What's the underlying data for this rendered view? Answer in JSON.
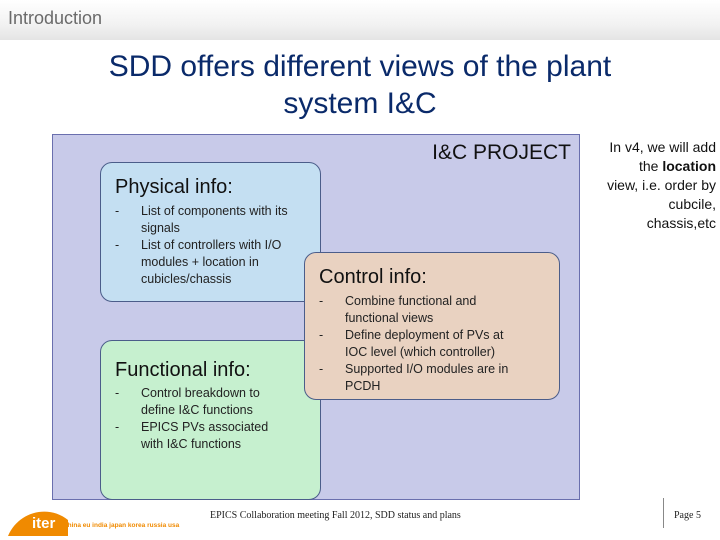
{
  "header": {
    "section": "Introduction"
  },
  "slide": {
    "title_line1": "SDD offers different views of the plant",
    "title_line2": "system I&C",
    "project_label": "I&C PROJECT",
    "side_note": {
      "line1": "In v4, we will add",
      "line2_pre": "the ",
      "line2_bold": "location",
      "line3": "view, i.e. order by",
      "line4": "cubcile,",
      "line5": "chassis,etc"
    },
    "physical": {
      "title": "Physical info:",
      "items": [
        {
          "l1": "List of components with its",
          "l2": "signals"
        },
        {
          "l1": "List of controllers with I/O",
          "l2": "modules + location in",
          "l3": "cubicles/chassis"
        }
      ]
    },
    "control": {
      "title": "Control info:",
      "items": [
        {
          "l1": "Combine functional and",
          "l2": "functional views"
        },
        {
          "l1": "Define deployment of PVs at",
          "l2": "IOC level (which controller)"
        },
        {
          "l1": "Supported I/O modules are in",
          "l2": "PCDH"
        }
      ]
    },
    "functional": {
      "title": "Functional info:",
      "items": [
        {
          "l1": "Control breakdown to",
          "l2": "define I&C functions"
        },
        {
          "l1": "EPICS PVs associated",
          "l2": "with I&C functions"
        }
      ]
    }
  },
  "footer": {
    "logo_text": "iter",
    "members": "china eu india japan korea russia usa",
    "meeting": "EPICS Collaboration meeting Fall 2012, SDD status and plans",
    "page": "Page 5"
  },
  "colors": {
    "title": "#0a2a6a",
    "project_bg": "#c8cae9",
    "physical_bg": "#c4dff2",
    "functional_bg": "#c6f0cf",
    "control_bg": "#e9d2c1",
    "logo_orange": "#f08a00"
  }
}
